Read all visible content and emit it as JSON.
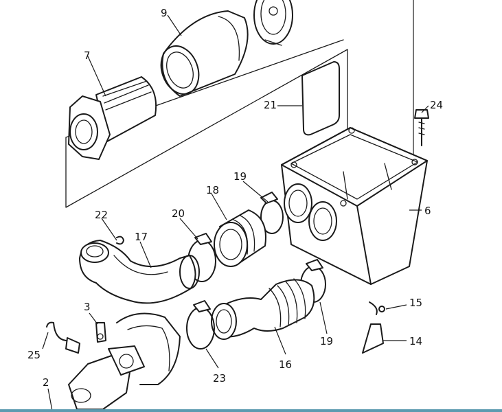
{
  "labels": {
    "p2": "2",
    "p3": "3",
    "p6": "6",
    "p7": "7",
    "p9": "9",
    "p14": "14",
    "p15": "15",
    "p16": "16",
    "p17": "17",
    "p18": "18",
    "p19a": "19",
    "p19b": "19",
    "p20": "20",
    "p21": "21",
    "p22": "22",
    "p23": "23",
    "p24": "24",
    "p25": "25"
  },
  "colors": {
    "ink": "#1a1a1a",
    "paper": "#ffffff",
    "edge": "#5d9bb0"
  }
}
